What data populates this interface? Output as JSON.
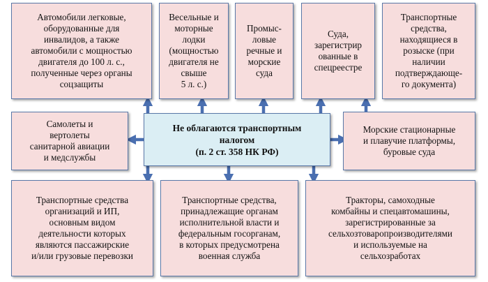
{
  "center": {
    "text": "Не облагаются  транспортным\nналогом\n(п. 2 ст. 358 НК РФ)"
  },
  "boxes": {
    "cars": "Автомобили легковые,\nоборудованные для\nинвалидов, а также\nавтомобили с мощностью\nдвигателя до 100 л. с.,\nполученные через органы\nсоцзащиты",
    "boats": "Весельные и\nмоторные\nлодки\n(мощностью\nдвигателя не\nсвыше\n5 л. с.)",
    "fishing": "Промыс-\nловые\nречные и\nморские\nсуда",
    "ships": "Суда,\nзарегистрир\nованные в\nспецреестре",
    "wanted": "Транспортные\nсредства,\nнаходящиеся в\nрозыске (при\nналичии\nподтверждающе-\nго документа)",
    "aircraft": "Самолеты и\nвертолеты\nсанитарной авиации\nи медслужбы",
    "platforms": "Морские стационарные\nи плавучие платформы,\nбуровые  суда",
    "passenger": "Транспортные средства\nорганизаций и ИП,\nосновным видом\nдеятельности которых\nявляются пассажирские\nи/или грузовые перевозки",
    "government": "Транспортные средства,\nпринадлежащие органам\nисполнительной власти и\nфедеральным госорганам,\nв которых предусмотрена\nвоенная служба",
    "tractors": "Тракторы, самоходные\nкомбайны и спецавтомашины,\nзарегистрированные  за\nсельхозтоваропроизводителями\nи используемые на\nсельхозработах"
  },
  "colors": {
    "box_fill": "#f7dddd",
    "center_fill": "#dbeef4",
    "border": "#5a78a8",
    "arrow": "#4a6fb0"
  }
}
